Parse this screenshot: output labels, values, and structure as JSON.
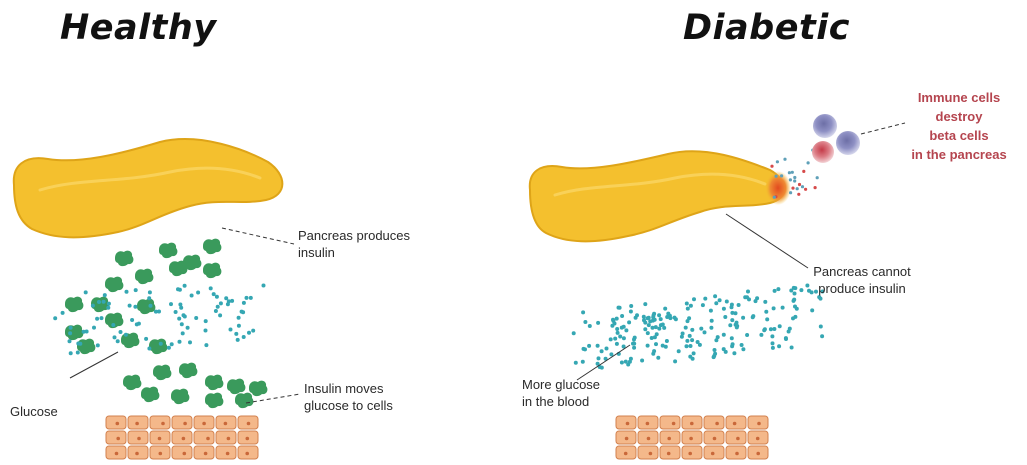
{
  "panels": {
    "healthy": {
      "title": "Healthy",
      "pancreas_label": [
        "Pancreas produces",
        "insulin"
      ],
      "insulin_label": [
        "Insulin moves",
        "glucose to cells"
      ],
      "glucose_label": "Glucose"
    },
    "diabetic": {
      "title": "Diabetic",
      "immune_label": [
        "Immune cells",
        "destroy",
        "beta cells",
        "in the pancreas"
      ],
      "pancreas_label": [
        "Pancreas cannot",
        "produce insulin"
      ],
      "glucose_label": [
        "More glucose",
        "in the blood"
      ]
    }
  },
  "colors": {
    "pancreas": "#f4c02e",
    "pancreas_edge": "#dea418",
    "insulin": "#3a9a5c",
    "glucose": "#35a7b3",
    "cells": "#f4b88a",
    "cell_border": "#d2814f",
    "immune_text": "#b5454f",
    "inflamed": "#e4582a"
  },
  "icons": [
    "insulin-blob-icon",
    "glucose-dot-icon",
    "tissue-cell-icon",
    "immune-cell-icon"
  ]
}
